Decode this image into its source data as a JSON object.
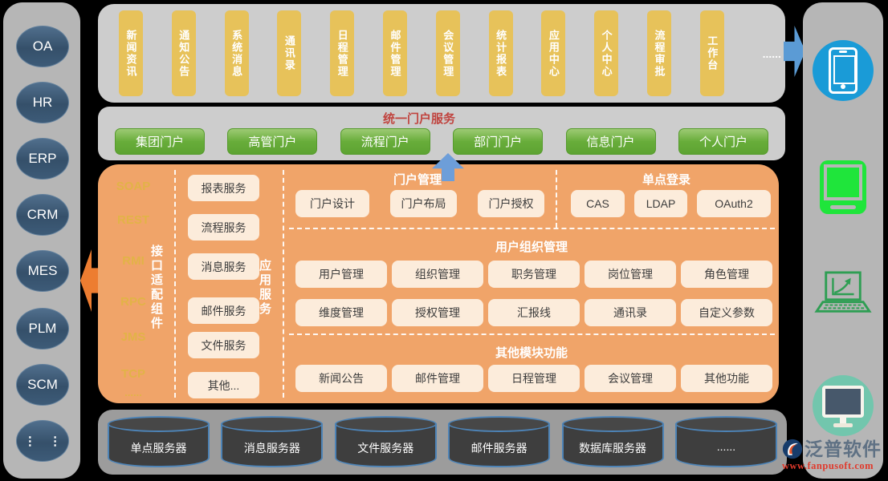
{
  "left_sidebar": {
    "systems": [
      "OA",
      "HR",
      "ERP",
      "CRM",
      "MES",
      "PLM",
      "SCM"
    ],
    "more": "⋮ ⋮"
  },
  "top_apps": {
    "tiles": [
      "新闻资讯",
      "通知公告",
      "系统消息",
      "通讯录",
      "日程管理",
      "邮件管理",
      "会议管理",
      "统计报表",
      "应用中心",
      "个人中心",
      "流程审批",
      "工作台"
    ],
    "more": "......"
  },
  "portal_bar": {
    "title": "统一门户服务",
    "portals": [
      "集团门户",
      "高管门户",
      "流程门户",
      "部门门户",
      "信息门户",
      "个人门户"
    ]
  },
  "middleware": {
    "protocols": [
      "SOAP",
      "REST",
      "RMI",
      "RPC",
      "JMS",
      "TCP",
      "......"
    ],
    "adapter_label": "接口适配组件",
    "app_service_label": "应用服务",
    "services": [
      "报表服务",
      "流程服务",
      "消息服务",
      "邮件服务",
      "文件服务",
      "其他..."
    ],
    "portal_mgmt": {
      "title": "门户管理",
      "items": [
        "门户设计",
        "门户布局",
        "门户授权"
      ]
    },
    "sso": {
      "title": "单点登录",
      "items": [
        "CAS",
        "LDAP",
        "OAuth2"
      ]
    },
    "user_org": {
      "title": "用户组织管理",
      "row1": [
        "用户管理",
        "组织管理",
        "职务管理",
        "岗位管理",
        "角色管理"
      ],
      "row2": [
        "维度管理",
        "授权管理",
        "汇报线",
        "通讯录",
        "自定义参数"
      ]
    },
    "other_modules": {
      "title": "其他模块功能",
      "items": [
        "新闻公告",
        "邮件管理",
        "日程管理",
        "会议管理",
        "其他功能"
      ]
    }
  },
  "servers": [
    "单点服务器",
    "消息服务器",
    "文件服务器",
    "邮件服务器",
    "数据库服务器",
    "......"
  ],
  "devices": {
    "icons": [
      "smartphone",
      "tablet",
      "laptop-analytics",
      "desktop-monitor"
    ]
  },
  "logo": {
    "name": "泛普软件",
    "url": "www.fanpusoft.com"
  },
  "colors": {
    "panel_orange": "#f0a469",
    "button_green": "#68ad3a",
    "tile_gold": "#e7c25a",
    "arrow_blue": "#5b9bd5",
    "arrow_orange": "#ed7d31",
    "title_red": "#c0443f"
  }
}
